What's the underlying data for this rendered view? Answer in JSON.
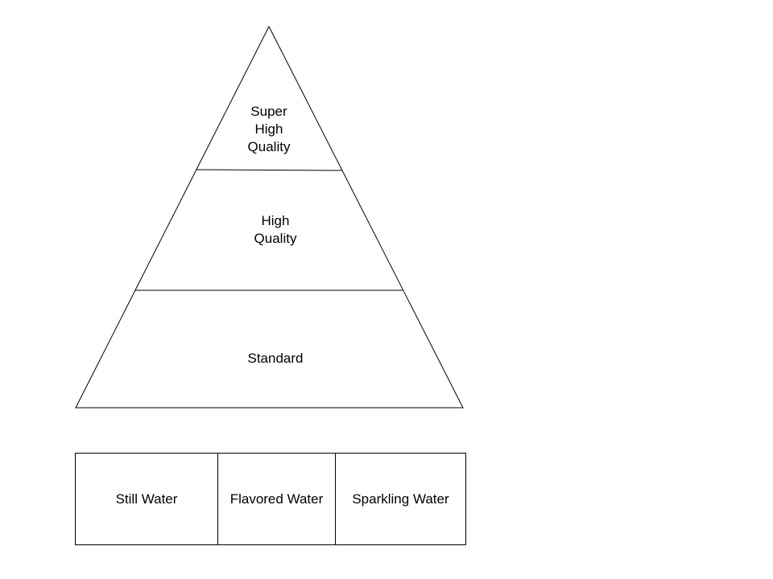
{
  "pyramid": {
    "tiers": [
      {
        "lines": [
          "Super",
          "High",
          "Quality"
        ]
      },
      {
        "lines": [
          "High",
          "Quality"
        ]
      },
      {
        "lines": [
          "Standard"
        ]
      }
    ]
  },
  "categories": [
    {
      "label": "Still Water"
    },
    {
      "label": "Flavored Water"
    },
    {
      "label": "Sparkling Water"
    }
  ]
}
